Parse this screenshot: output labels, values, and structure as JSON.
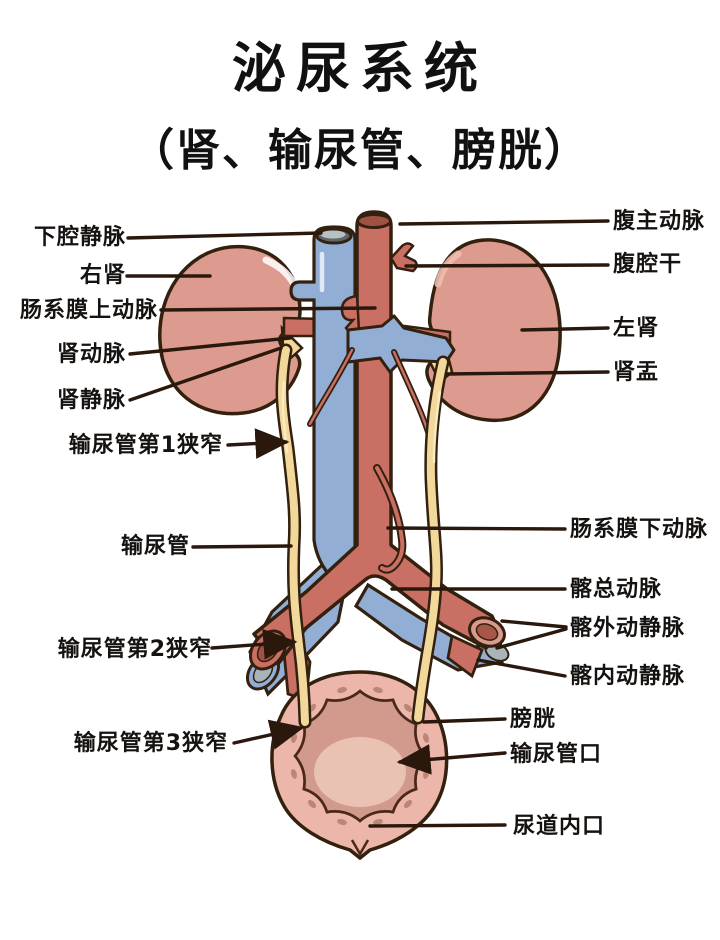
{
  "title": "泌尿系统",
  "subtitle": "（肾、输尿管、膀胱）",
  "colors": {
    "artery_red": "#c96f63",
    "artery_lumen": "#9e5244",
    "vein_blue": "#92aed4",
    "vein_lumen": "#5e656b",
    "kidney_pink": "#dd9b8f",
    "ureter_yellow": "#f2d99b",
    "bladder_wall": "#ecb6aa",
    "bladder_cavity": "#d29a8d",
    "bladder_trigone": "#eac4b5",
    "outline_dark": "#33200f",
    "label_line": "#2a180d",
    "text": "#161210"
  },
  "labels": {
    "left": [
      {
        "id": "inferior-vena-cava",
        "text": "下腔静脉"
      },
      {
        "id": "right-kidney",
        "text": "右肾"
      },
      {
        "id": "superior-mesenteric-artery",
        "text": "肠系膜上动脉"
      },
      {
        "id": "renal-artery",
        "text": "肾动脉"
      },
      {
        "id": "renal-vein",
        "text": "肾静脉"
      },
      {
        "id": "ureter-first-narrowing",
        "text": "输尿管第1狭窄"
      },
      {
        "id": "ureter",
        "text": "输尿管"
      },
      {
        "id": "ureter-second-narrowing",
        "text": "输尿管第2狭窄"
      },
      {
        "id": "ureter-third-narrowing",
        "text": "输尿管第3狭窄"
      }
    ],
    "right": [
      {
        "id": "abdominal-aorta",
        "text": "腹主动脉"
      },
      {
        "id": "celiac-trunk",
        "text": "腹腔干"
      },
      {
        "id": "left-kidney",
        "text": "左肾"
      },
      {
        "id": "renal-pelvis",
        "text": "肾盂"
      },
      {
        "id": "inferior-mesenteric-artery",
        "text": "肠系膜下动脉"
      },
      {
        "id": "common-iliac-artery",
        "text": "髂总动脉"
      },
      {
        "id": "external-iliac-vessels",
        "text": "髂外动静脉"
      },
      {
        "id": "internal-iliac-vessels",
        "text": "髂内动静脉"
      },
      {
        "id": "bladder",
        "text": "膀胱"
      },
      {
        "id": "ureteral-orifice",
        "text": "输尿管口"
      },
      {
        "id": "internal-urethral-orifice",
        "text": "尿道内口"
      }
    ]
  }
}
